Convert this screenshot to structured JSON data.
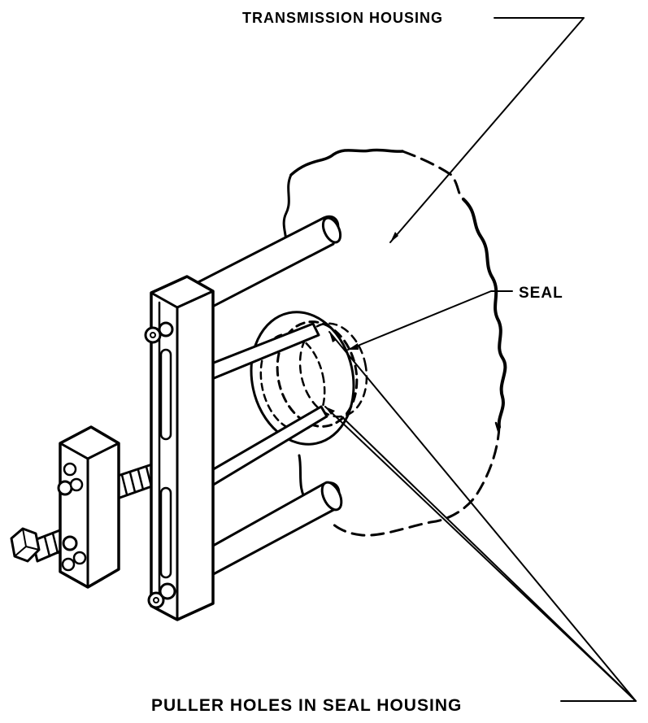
{
  "labels": {
    "transmission_housing": "TRANSMISSION HOUSING",
    "seal": "SEAL",
    "puller_holes": "PULLER HOLES IN SEAL HOUSING"
  },
  "colors": {
    "ink": "#000000",
    "background": "#ffffff"
  }
}
